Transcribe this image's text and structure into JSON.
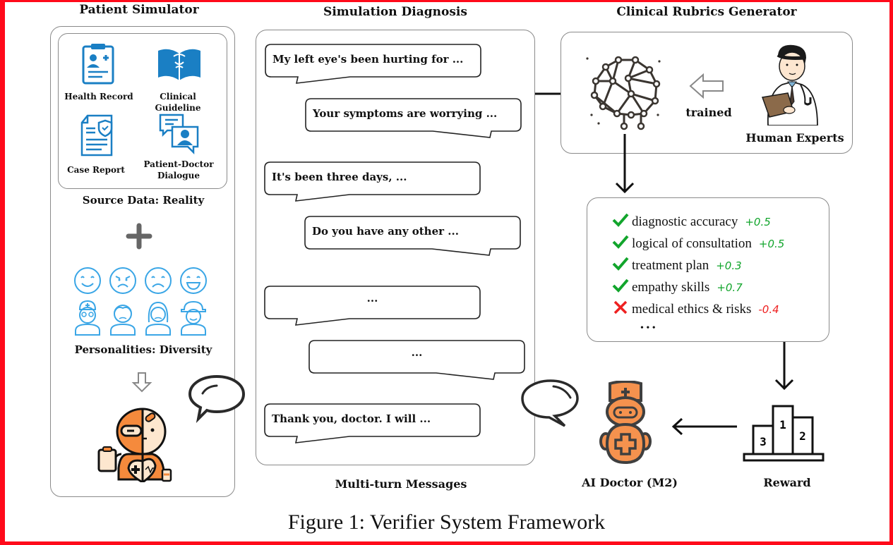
{
  "figure": {
    "caption": "Figure 1: Verifier System Framework",
    "frame_color": "#ff0a1a"
  },
  "patient_simulator": {
    "title": "Patient Simulator",
    "sources": [
      {
        "label": "Health Record",
        "icon": "health-record-icon"
      },
      {
        "label": "Clinical Guideline",
        "icon": "clinical-guideline-icon"
      },
      {
        "label": "Case Report",
        "icon": "case-report-icon"
      },
      {
        "label": "Patient-Doctor Dialogue",
        "icon": "patient-doctor-dialogue-icon"
      }
    ],
    "source_caption": "Source Data: Reality",
    "plus_icon": "plus-icon",
    "personalities": {
      "faces": [
        "smiling",
        "angry",
        "sad",
        "laughing"
      ],
      "people": [
        "doctor",
        "boy",
        "woman",
        "worker"
      ]
    },
    "personalities_caption": "Personalities: Diversity",
    "simulator_icon": "patient-simulator-robot-icon",
    "icon_blue": "#1a7fc4",
    "emoji_blue": "#3aa6e6",
    "orange": "#f58a3c"
  },
  "simulation_diagnosis": {
    "title": "Simulation Diagnosis",
    "messages": [
      {
        "side": "patient",
        "text": "My left eye's been hurting for ..."
      },
      {
        "side": "doctor",
        "text": "Your symptoms are worrying ..."
      },
      {
        "side": "patient",
        "text": "It's been three days, ..."
      },
      {
        "side": "doctor",
        "text": "Do you have any other ..."
      },
      {
        "side": "patient",
        "text": "..."
      },
      {
        "side": "doctor",
        "text": "..."
      },
      {
        "side": "patient",
        "text": "Thank you, doctor. I will ..."
      }
    ],
    "footer": "Multi-turn Messages"
  },
  "rubrics_generator": {
    "title": "Clinical Rubrics Generator",
    "model_icon": "neural-brain-icon",
    "arrow_label": "trained",
    "experts_label": "Human Experts"
  },
  "rubrics": {
    "items": [
      {
        "status": "pass",
        "label": "diagnostic accuracy",
        "score": "+0.5"
      },
      {
        "status": "pass",
        "label": "logical of consultation",
        "score": "+0.5"
      },
      {
        "status": "pass",
        "label": "treatment plan",
        "score": "+0.3"
      },
      {
        "status": "pass",
        "label": "empathy skills",
        "score": "+0.7"
      },
      {
        "status": "fail",
        "label": "medical ethics & risks",
        "score": "-0.4"
      }
    ],
    "more": "• • •",
    "pass_color": "#12a52c",
    "fail_color": "#ee2020"
  },
  "ai_doctor": {
    "label": "AI Doctor (M2)"
  },
  "reward": {
    "label": "Reward",
    "podium": [
      "1",
      "2",
      "3"
    ]
  }
}
